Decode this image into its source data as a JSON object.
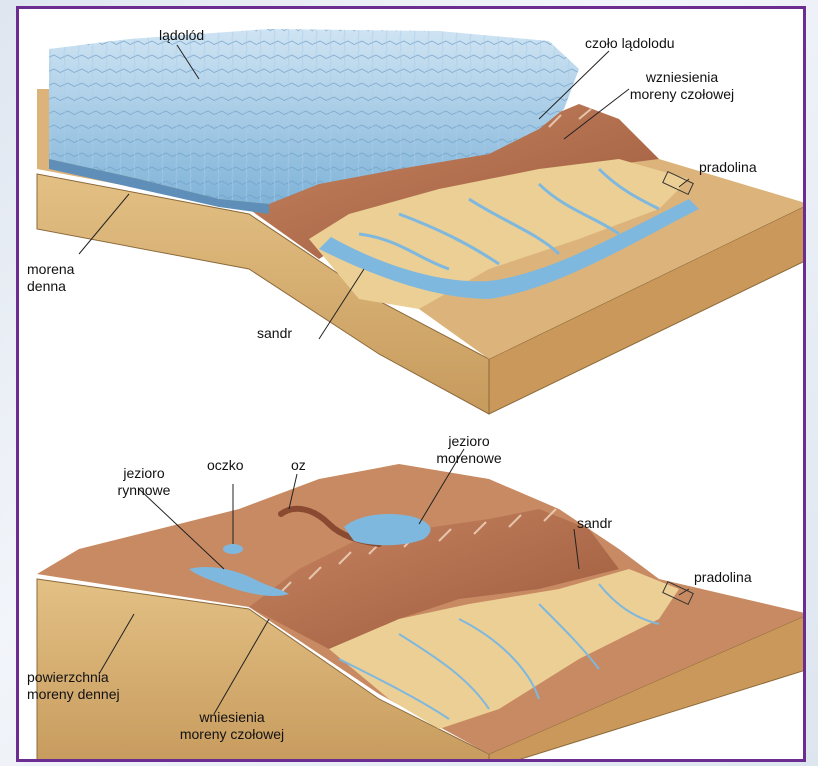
{
  "top_diagram": {
    "labels": {
      "ice_sheet": "lądolód",
      "ice_front": "czoło lądolodu",
      "end_moraine_hills_1": "wzniesienia",
      "end_moraine_hills_2": "moreny czołowej",
      "ice_marginal_valley": "pradolina",
      "ground_moraine_1": "morena",
      "ground_moraine_2": "denna",
      "outwash_plain": "sandr"
    }
  },
  "bottom_diagram": {
    "labels": {
      "kettle": "oczko",
      "esker": "oz",
      "moraine_lake_1": "jezioro",
      "moraine_lake_2": "morenowe",
      "ribbon_lake_1": "jezioro",
      "ribbon_lake_2": "rynnowe",
      "outwash_plain": "sandr",
      "ice_marginal_valley": "pradolina",
      "ground_moraine_surface_1": "powierzchnia",
      "ground_moraine_surface_2": "moreny dennej",
      "end_moraine_hills_1": "wniesienia",
      "end_moraine_hills_2": "moreny czołowej"
    }
  },
  "colors": {
    "border": "#6b2d8f",
    "ice": "#9cc8e6",
    "water": "#7fb8de",
    "sand": "#e7c58a",
    "moraine": "#b8714f",
    "soil_side": "#d2aa6c"
  }
}
